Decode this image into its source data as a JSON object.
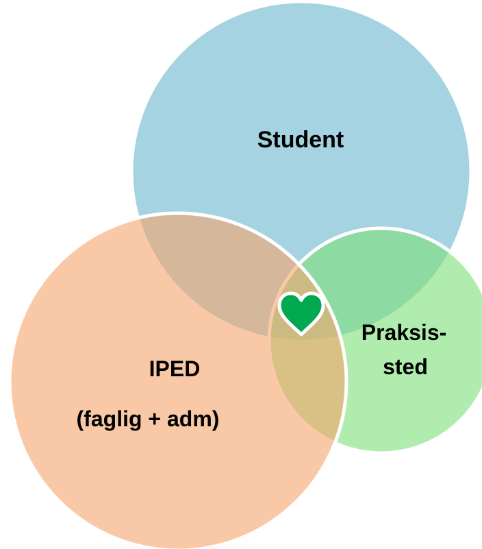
{
  "diagram": {
    "circles": [
      {
        "id": "student",
        "label_lines": [
          "Student"
        ],
        "color": "#a6d3e1",
        "opacity": 1.0
      },
      {
        "id": "praksissted",
        "label_lines": [
          "Praksis-",
          "sted"
        ],
        "color": "#7ee07a",
        "opacity": 0.62
      },
      {
        "id": "iped",
        "label_lines": [
          "IPED",
          "(faglig + adm)"
        ],
        "color": "#f5a56d",
        "opacity": 0.6
      }
    ],
    "center_icon": {
      "name": "heart-icon",
      "color": "#00a84f",
      "outline": "#ffffff"
    }
  }
}
